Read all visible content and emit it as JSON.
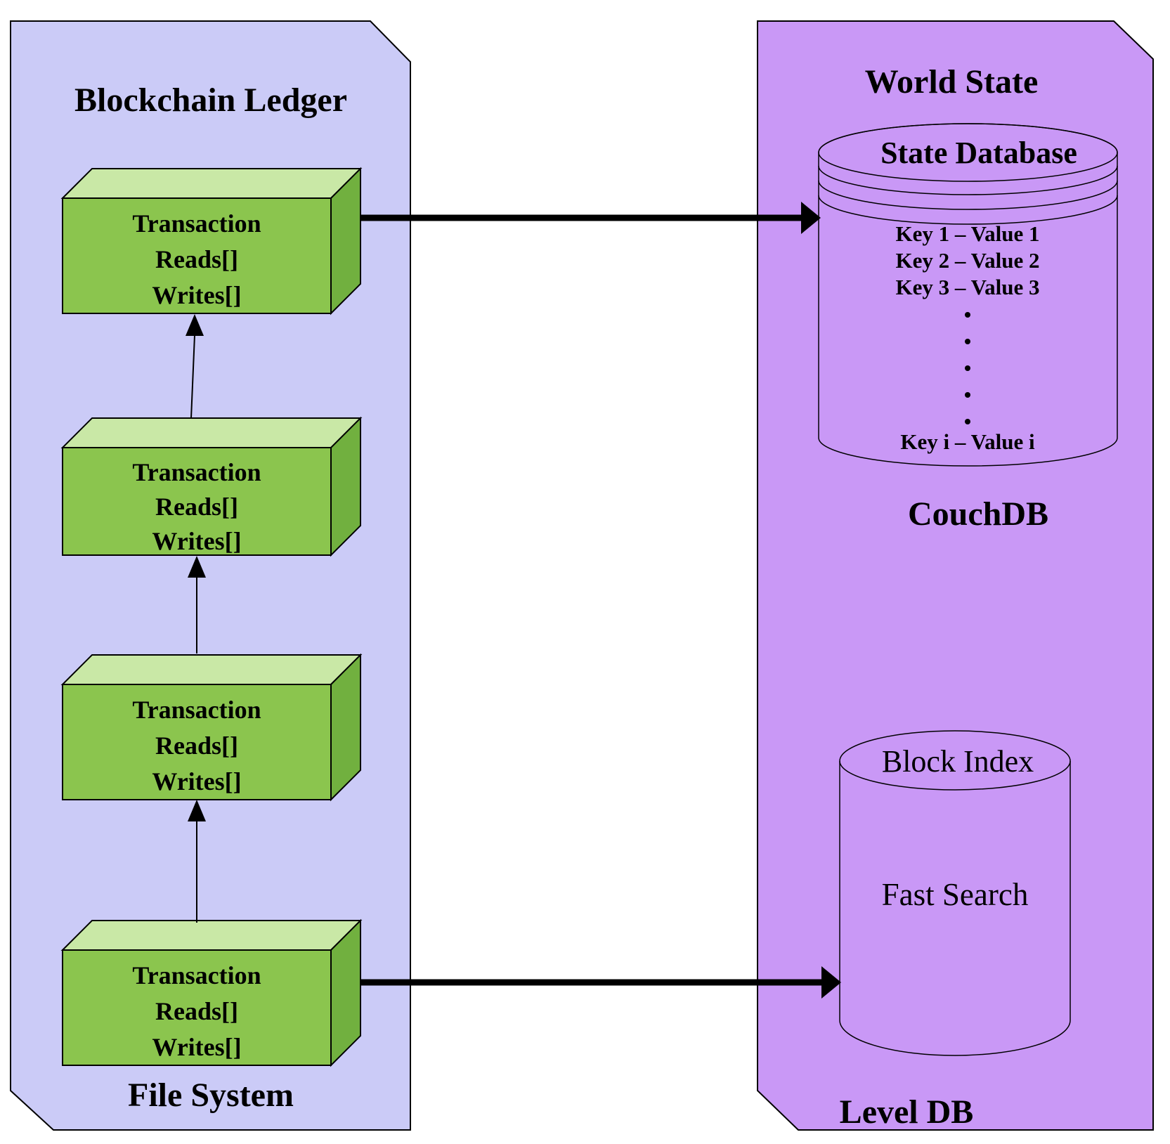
{
  "ledger_panel": {
    "title": "Blockchain Ledger",
    "footer": "File System",
    "transaction_box": {
      "line1": "Transaction",
      "line2": "Reads[]",
      "line3": "Writes[]"
    }
  },
  "world_state_panel": {
    "title": "World State",
    "state_database": {
      "title": "State Database",
      "row1": "Key 1 – Value 1",
      "row2": "Key 2 – Value 2",
      "row3": "Key 3 – Value 3",
      "row_last": "Key i – Value i"
    },
    "couchdb_label": "CouchDB",
    "block_index": {
      "title": "Block Index",
      "subtitle": "Fast Search"
    },
    "leveldb_label": "Level DB"
  },
  "colors": {
    "ledger_panel_fill": "#cbcbf7",
    "world_panel_fill": "#c998f6",
    "box_front": "#8bc54e",
    "box_top": "#c9e8a6",
    "box_side": "#71b03f",
    "cylinder_fill": "#95cdd9",
    "title_blue": "#1717e8"
  }
}
